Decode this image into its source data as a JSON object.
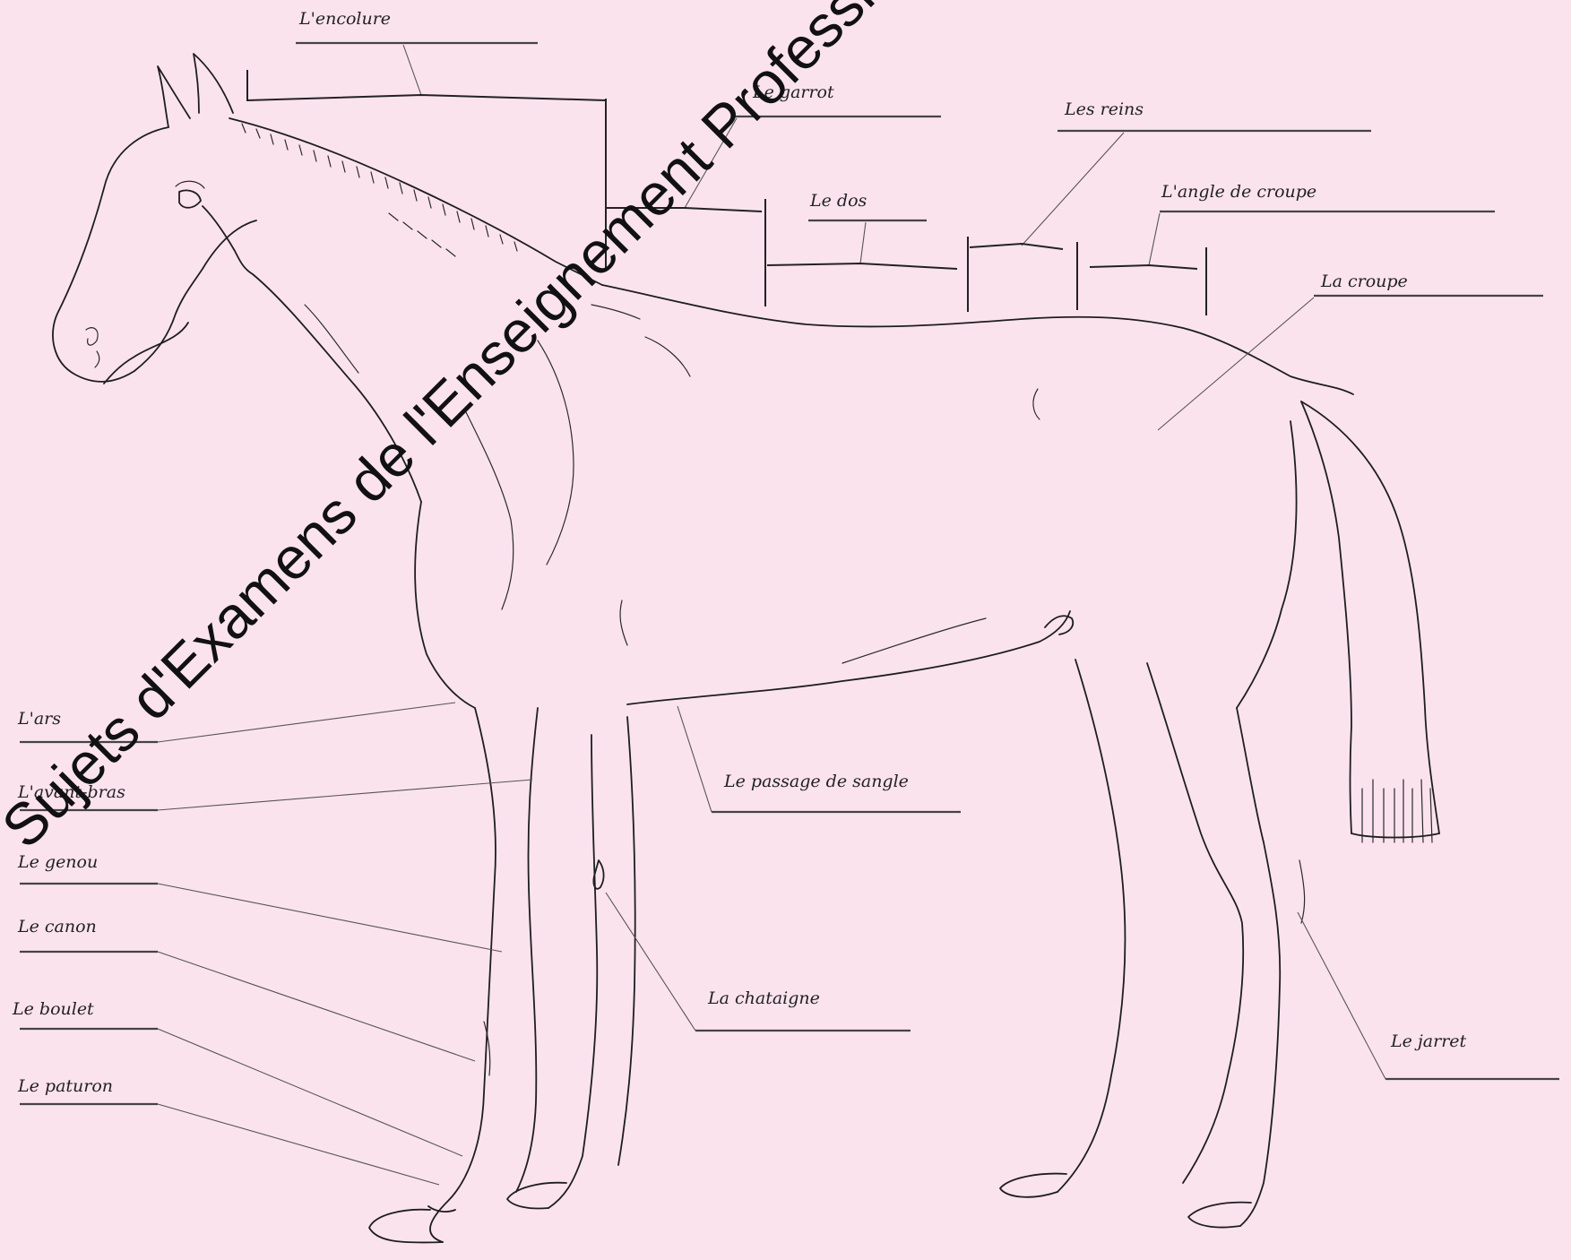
{
  "labels": {
    "encolure": "L'encolure",
    "garrot": "Le garrot",
    "reins": "Les reins",
    "dos": "Le dos",
    "angle_croupe": "L'angle de croupe",
    "croupe": "La croupe",
    "ars": "L'ars",
    "avant_bras": "L'avant-bras",
    "genou": "Le genou",
    "canon": "Le canon",
    "boulet": "Le boulet",
    "paturon": "Le paturon",
    "passage_sangle": "Le passage de sangle",
    "chataigne": "La chataigne",
    "jarret": "Le jarret"
  },
  "watermark": {
    "text": "Sujets d'Examens de l'Enseignement Professionnel",
    "color": "#111111"
  },
  "colors": {
    "background": "#fbe3ee",
    "ink": "#1e1e1e"
  }
}
